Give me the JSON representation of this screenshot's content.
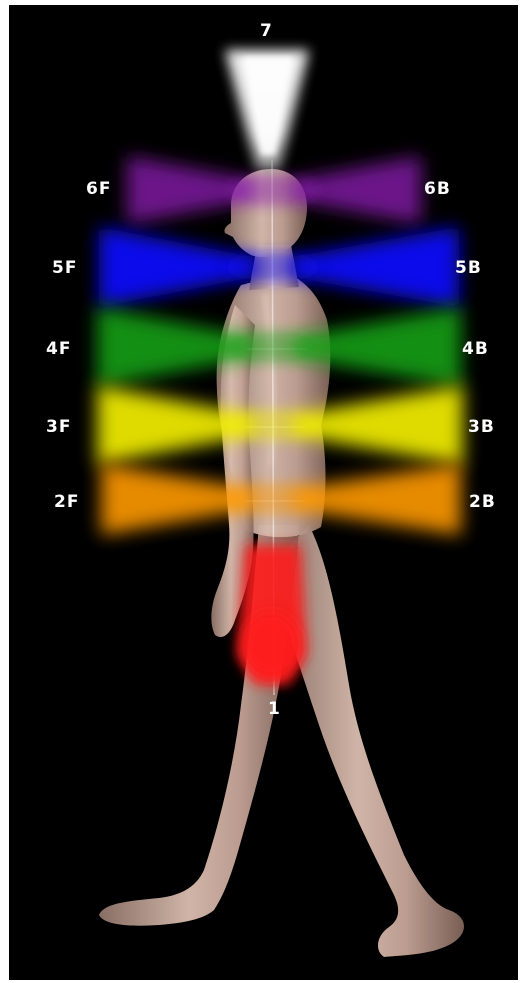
{
  "diagram": {
    "centers": [
      {
        "id": "1",
        "label": "1",
        "color": "#ff1a1a"
      },
      {
        "id": "2F",
        "label": "2F",
        "color": "#ff9a00"
      },
      {
        "id": "2B",
        "label": "2B",
        "color": "#ff9a00"
      },
      {
        "id": "3F",
        "label": "3F",
        "color": "#f2ee00"
      },
      {
        "id": "3B",
        "label": "3B",
        "color": "#f2ee00"
      },
      {
        "id": "4F",
        "label": "4F",
        "color": "#16a318"
      },
      {
        "id": "4B",
        "label": "4B",
        "color": "#16a318"
      },
      {
        "id": "5F",
        "label": "5F",
        "color": "#1010ff"
      },
      {
        "id": "5B",
        "label": "5B",
        "color": "#1010ff"
      },
      {
        "id": "6F",
        "label": "6F",
        "color": "#8a1ab0"
      },
      {
        "id": "6B",
        "label": "6B",
        "color": "#8a1ab0"
      },
      {
        "id": "7",
        "label": "7",
        "color": "#ffffff"
      }
    ],
    "colors": {
      "background": "#000000",
      "border": "#ffffff",
      "figure_skin": "#c9aa9c",
      "label": "#ffffff"
    }
  }
}
